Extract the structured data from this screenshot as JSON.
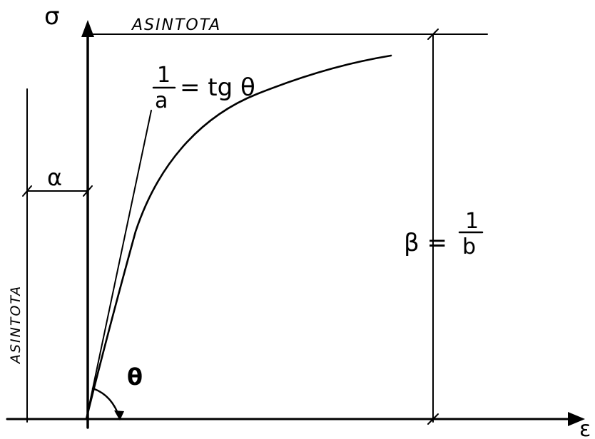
{
  "axes": {
    "y_label": "σ",
    "x_label": "ε"
  },
  "labels": {
    "horizontal_asymptote": "ASINTOTA",
    "vertical_asymptote": "ASINTOTA",
    "alpha": "α",
    "tangent_num": "1",
    "tangent_den": "a",
    "tangent_rhs": "= tg θ",
    "beta_lhs": "β =",
    "beta_num": "1",
    "beta_den": "b",
    "theta": "θ"
  },
  "colors": {
    "ink": "#000000",
    "paper": "#ffffff"
  }
}
